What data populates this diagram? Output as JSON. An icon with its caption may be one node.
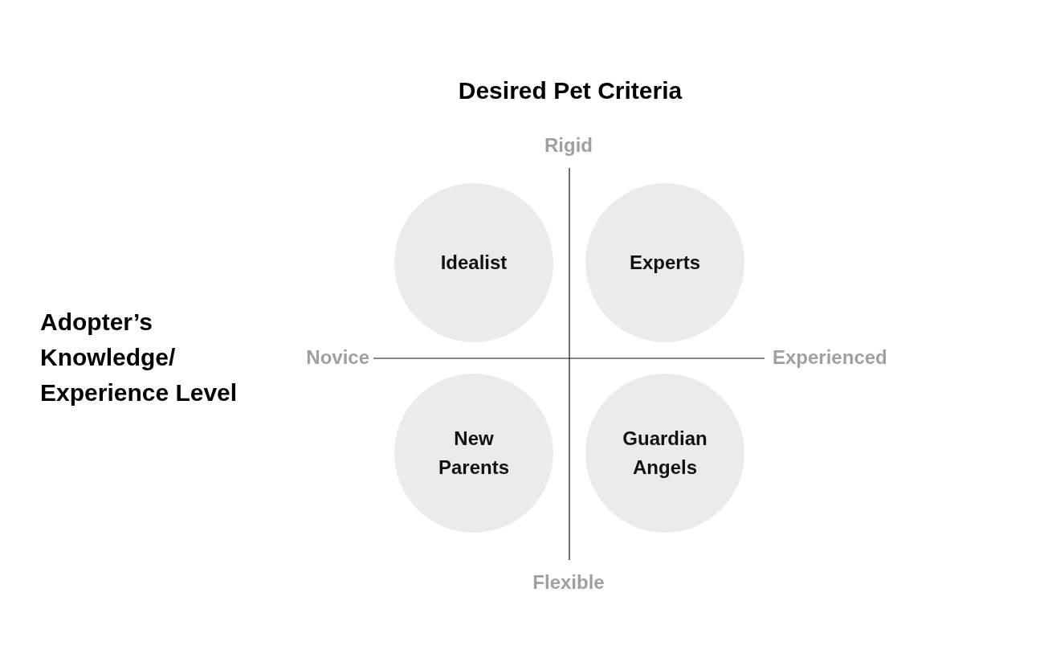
{
  "diagram": {
    "title": "Desired Pet Criteria",
    "nodes": [
      {
        "text": [
          "Idealist"
        ]
      },
      {
        "text": [
          "Experts"
        ]
      },
      {
        "text": [
          "New Parents"
        ]
      },
      {
        "text": [
          "Guardian Angels"
        ]
      }
    ],
    "edges": [],
    "labels": [
      "Rigid",
      "Adopter’s Knowledge/ Experience Level",
      "Novice",
      "Experienced",
      "Flexible"
    ]
  }
}
